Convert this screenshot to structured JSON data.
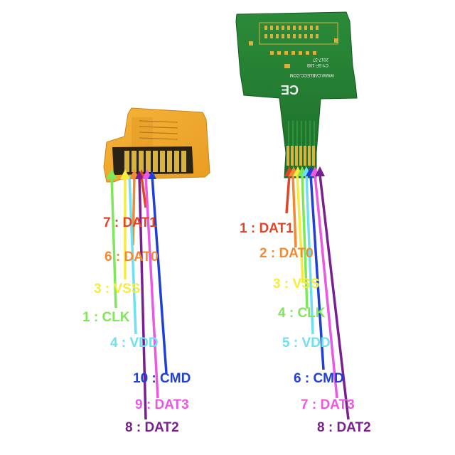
{
  "left_card": {
    "description_hidden": "",
    "pins": [
      {
        "label": "7 : DAT1",
        "color": "#e0452a"
      },
      {
        "label": "6 : DAT0",
        "color": "#f08a34"
      },
      {
        "label": "3 : VSS",
        "color": "#f6ec3c"
      },
      {
        "label": "1 : CLK",
        "color": "#7fe85a"
      },
      {
        "label": "4 : VDD",
        "color": "#6fe0f2"
      },
      {
        "label": "10 : CMD",
        "color": "#1f3fd8"
      },
      {
        "label": "9 : DAT3",
        "color": "#ea58e4"
      },
      {
        "label": "8 : DAT2",
        "color": "#7a1f8f"
      }
    ]
  },
  "right_board": {
    "silkscreen": [
      "2017-37",
      "CY-SF-10B",
      "WWW.CABLECC.COM",
      "CE"
    ],
    "pins": [
      {
        "label": "1 : DAT1",
        "color": "#e0452a"
      },
      {
        "label": "2 : DAT0",
        "color": "#f08a34"
      },
      {
        "label": "3 : VSS",
        "color": "#f6ec3c"
      },
      {
        "label": "4 : CLK",
        "color": "#7fe85a"
      },
      {
        "label": "5 : VDD",
        "color": "#6fe0f2"
      },
      {
        "label": "6 : CMD",
        "color": "#1f3fd8"
      },
      {
        "label": "7 : DAT3",
        "color": "#ea58e4"
      },
      {
        "label": "8 : DAT2",
        "color": "#7a1f8f"
      }
    ]
  },
  "colors": {
    "pcb_green": "#1f7a2e",
    "flex_orange": "#f2a52a",
    "gold_pad": "#d8b23c"
  }
}
